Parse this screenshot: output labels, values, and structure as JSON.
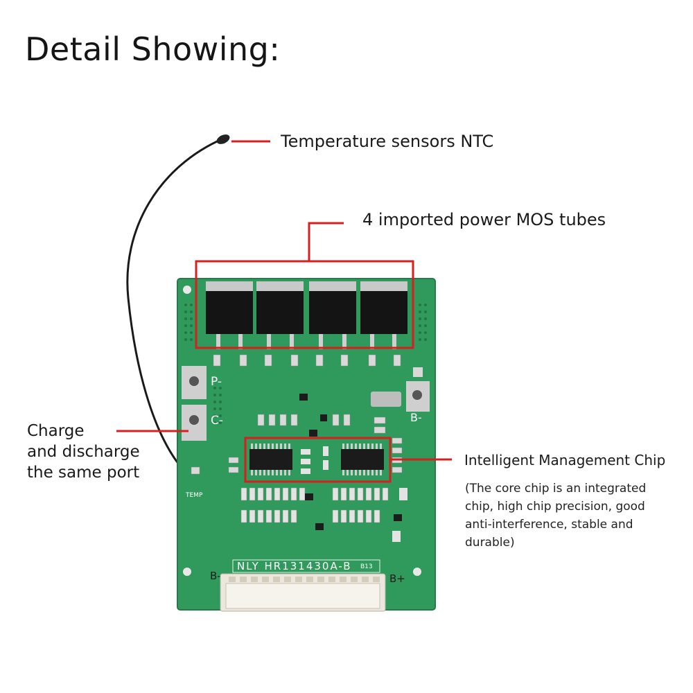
{
  "title": "Detail Showing:",
  "callouts": {
    "ntc": "Temperature sensors NTC",
    "mos": "4 imported power MOS tubes",
    "port_lines": [
      "Charge",
      "and discharge",
      "the same port"
    ],
    "chip": "Intelligent Management Chip",
    "chip_note_lines": [
      "(The core chip is an integrated",
      "chip, high chip precision, good",
      "anti-interference, stable and",
      "durable)"
    ]
  },
  "board_labels": {
    "p_minus": "P-",
    "c_minus": "C-",
    "b_minus_right": "B-",
    "b_minus": "B-",
    "b_plus": "B+",
    "temp": "TEMP",
    "model": "NLY HR131430A-B",
    "b13": "B13"
  },
  "colors": {
    "pcb": "#2f9a5c",
    "highlight": "#d61f1f",
    "mosfet": "#141414",
    "tab": "#c9c9c9",
    "connector": "#ece7dc"
  }
}
